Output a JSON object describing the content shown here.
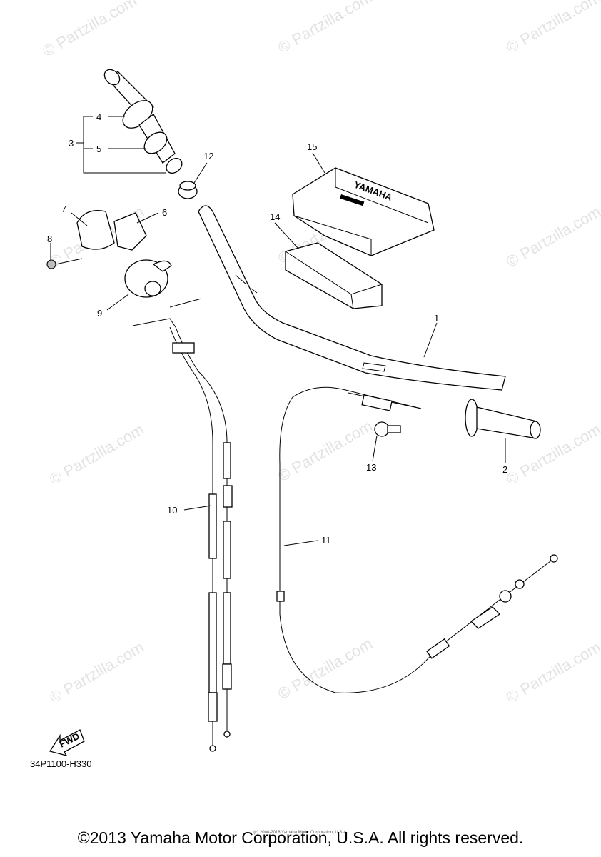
{
  "watermark": "© Partzilla.com",
  "diagram_code": "34P1100-H330",
  "fwd_label": "FWD",
  "copyright": "©2013 Yamaha Motor Corporation, U.S.A. All rights reserved.",
  "small_copyright": "(c) 2008-2016 Yamaha Motor Corporation, U.S.A.",
  "cover_text": "YAMAHA",
  "callouts": [
    {
      "id": "1",
      "label": "1"
    },
    {
      "id": "2",
      "label": "2"
    },
    {
      "id": "3",
      "label": "3"
    },
    {
      "id": "4",
      "label": "4"
    },
    {
      "id": "5",
      "label": "5"
    },
    {
      "id": "6",
      "label": "6"
    },
    {
      "id": "7",
      "label": "7"
    },
    {
      "id": "8",
      "label": "8"
    },
    {
      "id": "9",
      "label": "9"
    },
    {
      "id": "10",
      "label": "10"
    },
    {
      "id": "11",
      "label": "11"
    },
    {
      "id": "12",
      "label": "12"
    },
    {
      "id": "13",
      "label": "13"
    },
    {
      "id": "14",
      "label": "14"
    },
    {
      "id": "15",
      "label": "15"
    }
  ]
}
